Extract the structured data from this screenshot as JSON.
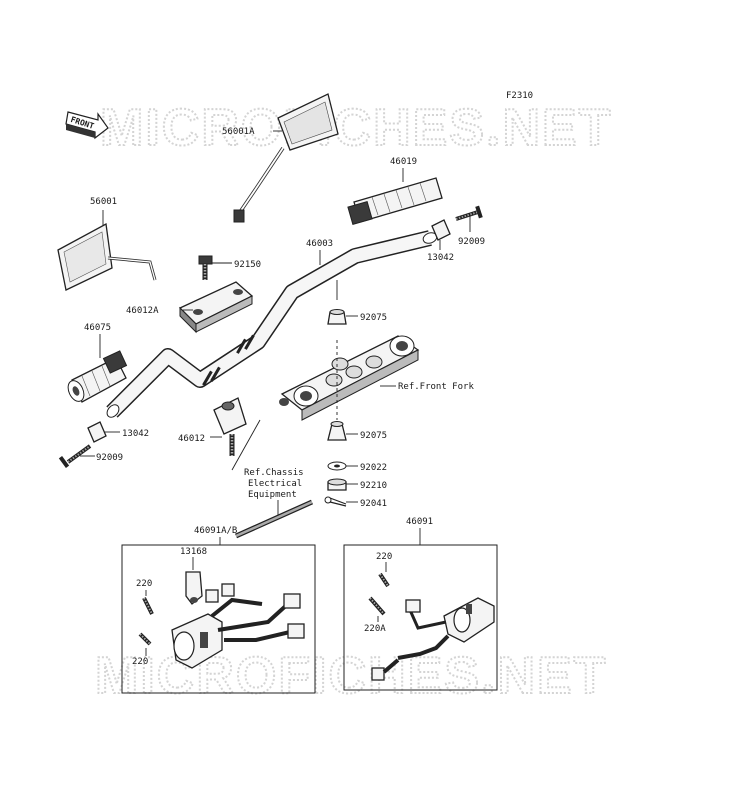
{
  "figure_code": "F2310",
  "watermark": "MICROFICHES.NET",
  "front_arrow_text": "FRONT",
  "labels": {
    "p56001A": "56001A",
    "p46019": "46019",
    "p56001": "56001",
    "p46003": "46003",
    "p92009_right": "92009",
    "p13042_right": "13042",
    "p92150": "92150",
    "p46012A": "46012A",
    "p92075_top": "92075",
    "p46075": "46075",
    "ref_front_fork": "Ref.Front Fork",
    "p13042_left": "13042",
    "p46012": "46012",
    "p92075_bottom": "92075",
    "p92009_left": "92009",
    "p92022": "92022",
    "p92210": "92210",
    "p92041": "92041",
    "ref_chassis_1": "Ref.Chassis",
    "ref_chassis_2": "Electrical",
    "ref_chassis_3": "Equipment",
    "p46091AB": "46091A/B",
    "p46091": "46091",
    "p13168": "13168",
    "p220_left_top": "220",
    "p220_left_bottom": "220",
    "p220_right": "220",
    "p220A": "220A"
  }
}
